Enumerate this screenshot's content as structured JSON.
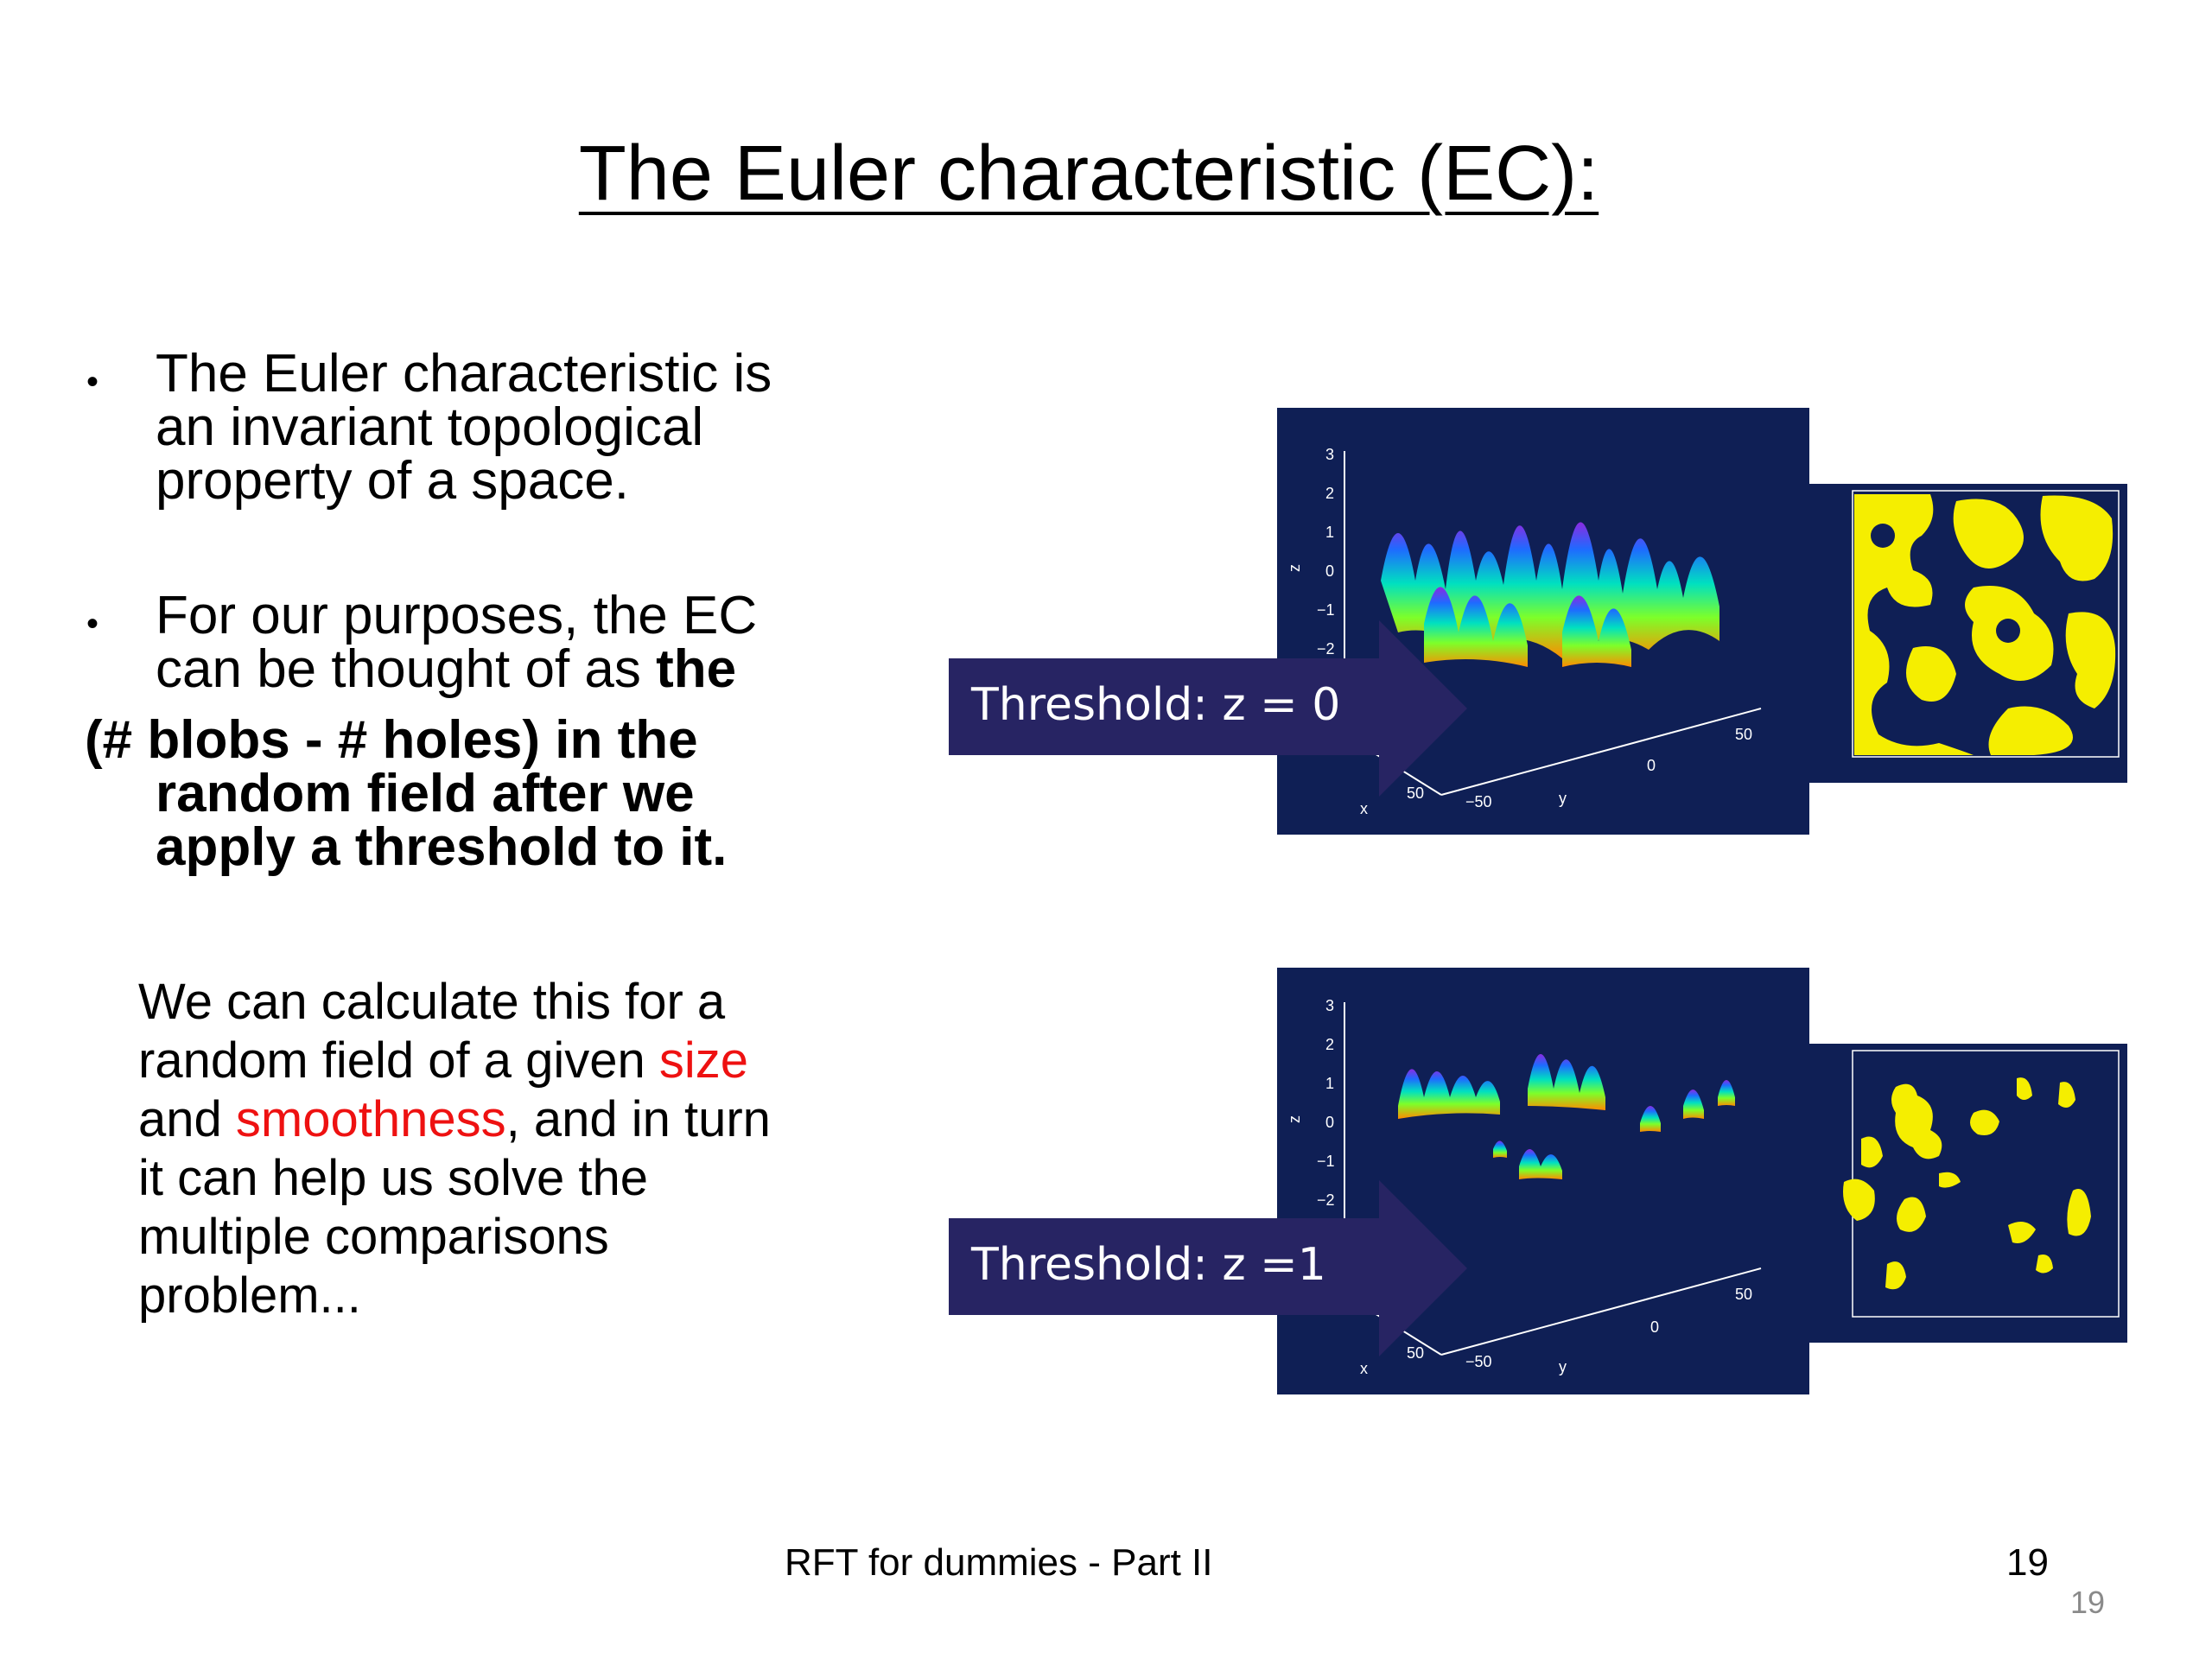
{
  "slide": {
    "title": "The Euler characteristic (EC):",
    "bullets": [
      {
        "marker": "•",
        "lines": [
          "The Euler characteristic is",
          "an invariant topological",
          "property of a space."
        ]
      },
      {
        "marker": "•",
        "lines": [
          "For our purposes, the EC",
          "can be thought of as "
        ],
        "bold_end": "the",
        "bold_lines": [
          "(# blobs - # holes)  in the",
          "random field after we",
          "apply a threshold to it."
        ]
      }
    ],
    "paragraph": {
      "line1": "We can calculate this for a",
      "line2_pre": "random field of a given ",
      "line2_red": "size",
      "line3_pre": "and ",
      "line3_red": "smoothness",
      "line3_post": ", and in turn",
      "line4": "it can help us solve the",
      "line5": "multiple comparisons",
      "line6": "problem..."
    },
    "figures": [
      {
        "threshold_label": "Threshold: z = 0",
        "z_ticks": [
          "3",
          "2",
          "1",
          "0",
          "−1",
          "−2"
        ],
        "z_label": "z",
        "x_label": "x",
        "y_label": "y",
        "x_tick": "50",
        "y_ticks": [
          "−50",
          "0",
          "50"
        ]
      },
      {
        "threshold_label": "Threshold: z =1",
        "z_ticks": [
          "3",
          "2",
          "1",
          "0",
          "−1",
          "−2"
        ],
        "z_label": "z",
        "x_label": "x",
        "y_label": "y",
        "x_tick": "50",
        "y_ticks": [
          "−50",
          "0",
          "50"
        ]
      }
    ],
    "footer": "RFT for dummies - Part II",
    "page_number": "19",
    "slide_number": "19",
    "colors": {
      "panel": "#0f1f55",
      "arrow": "#272463",
      "blob": "#f5ee00",
      "accent_red": "#ee1111"
    }
  }
}
